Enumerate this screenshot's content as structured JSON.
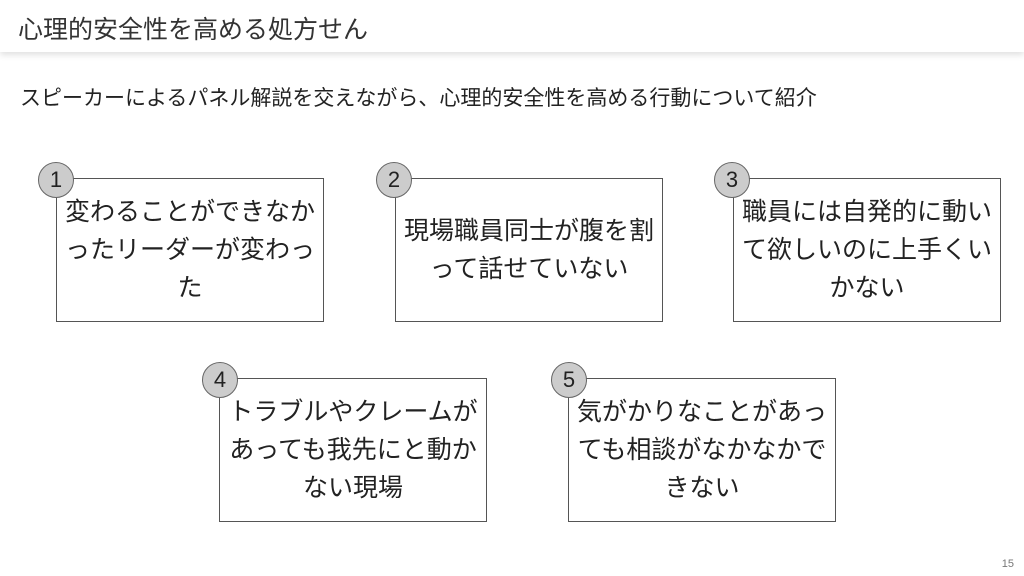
{
  "header": {
    "title": "心理的安全性を高める処方せん"
  },
  "subtitle": "スピーカーによるパネル解説を交えながら、心理的安全性を高める行動について紹介",
  "cards": [
    {
      "number": "1",
      "text": "変わることができなかったリーダーが変わった"
    },
    {
      "number": "2",
      "text": "現場職員同士が腹を割って話せていない"
    },
    {
      "number": "3",
      "text": "職員には自発的に動いて欲しいのに上手くいかない"
    },
    {
      "number": "4",
      "text": "トラブルやクレームがあっても我先にと動かない現場"
    },
    {
      "number": "5",
      "text": "気がかりなことがあっても相談がなかなかできない"
    }
  ],
  "page_number": "15"
}
